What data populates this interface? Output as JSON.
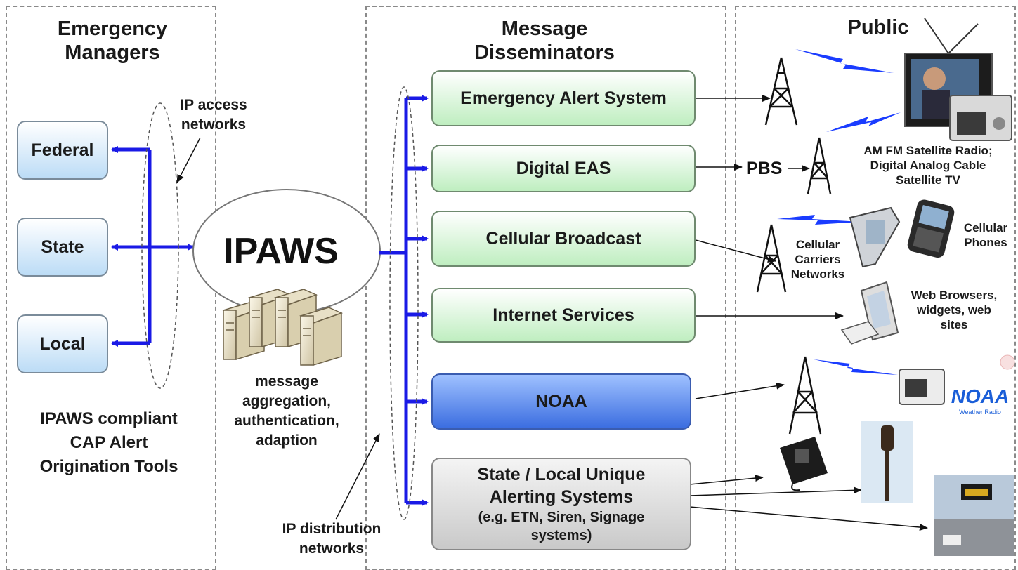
{
  "columns": {
    "left_title": "Emergency Managers",
    "left_title_lines": [
      "Emergency",
      "Managers"
    ],
    "middle_title_lines": [
      "Message",
      "Disseminators"
    ],
    "right_title": "Public"
  },
  "managers": {
    "federal": "Federal",
    "state": "State",
    "local": "Local",
    "ip_access_lines": [
      "IP access",
      "networks"
    ],
    "tools_lines": [
      "IPAWS compliant",
      "CAP Alert",
      "Origination Tools"
    ]
  },
  "ipaws": {
    "label": "IPAWS",
    "caption_lines": [
      "message",
      "aggregation,",
      "authentication,",
      "adaption"
    ],
    "ip_distribution_lines": [
      "IP distribution",
      "networks"
    ]
  },
  "disseminators": {
    "eas": "Emergency Alert System",
    "digital_eas": "Digital EAS",
    "cellular": "Cellular Broadcast",
    "internet": "Internet Services",
    "noaa": "NOAA",
    "state_local_lines": [
      "State / Local Unique",
      "Alerting Systems"
    ],
    "state_local_sub_lines": [
      "(e.g. ETN, Siren, Signage",
      "systems)"
    ]
  },
  "public": {
    "pbs": "PBS",
    "radio_tv_lines": [
      "AM FM Satellite Radio;",
      "Digital Analog Cable",
      "Satellite TV"
    ],
    "carriers_lines": [
      "Cellular",
      "Carriers",
      "Networks"
    ],
    "phones_lines": [
      "Cellular",
      "Phones"
    ],
    "web_lines": [
      "Web Browsers,",
      "widgets, web",
      "sites"
    ],
    "noaa_logo_text": "NOAA",
    "noaa_logo_sub": "Weather Radio"
  },
  "colors": {
    "arrow_blue": "#1a1ae6",
    "signal_blue": "#1a3cff",
    "box_green": "#bfeec0",
    "noaa_blue": "#3b6de0",
    "node_blue": "#bcdcf6"
  }
}
